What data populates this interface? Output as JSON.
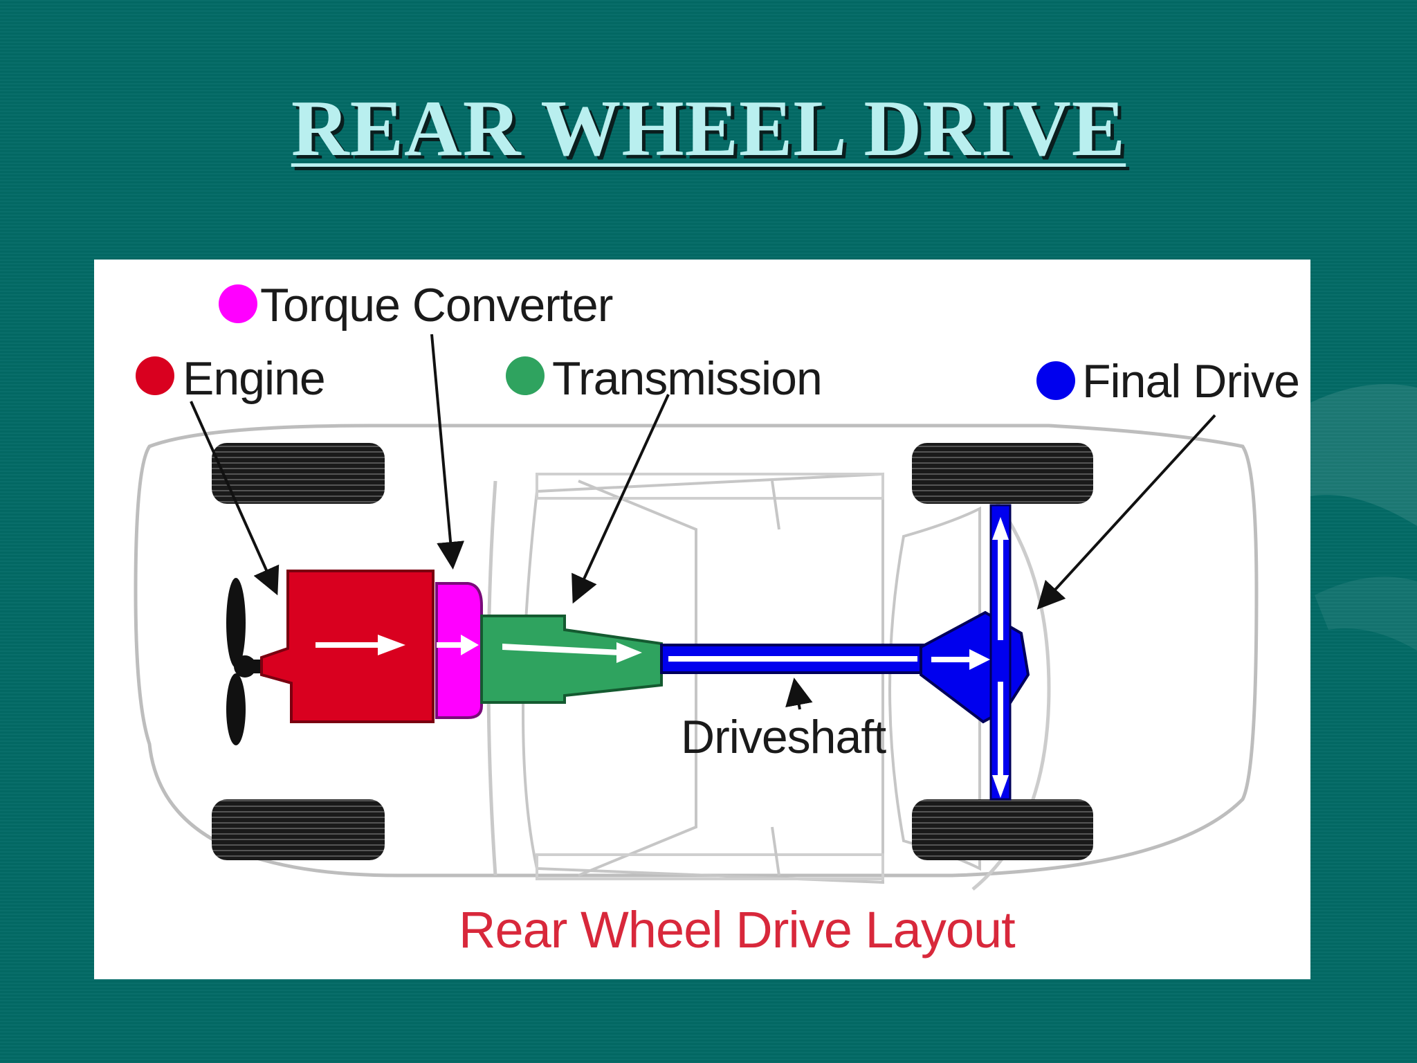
{
  "slide": {
    "title": "REAR WHEEL DRIVE"
  },
  "diagram": {
    "labels": {
      "torque_converter": "Torque Converter",
      "engine": "Engine",
      "transmission": "Transmission",
      "final_drive": "Final Drive",
      "driveshaft": "Driveshaft"
    },
    "caption": "Rear Wheel Drive Layout"
  },
  "colors": {
    "background": "#036b66",
    "title": "#b9efef",
    "engine": "#d9001f",
    "torque_converter": "#ff00ff",
    "transmission": "#2fa35f",
    "final_drive": "#0000ee",
    "caption": "#d8283b"
  }
}
